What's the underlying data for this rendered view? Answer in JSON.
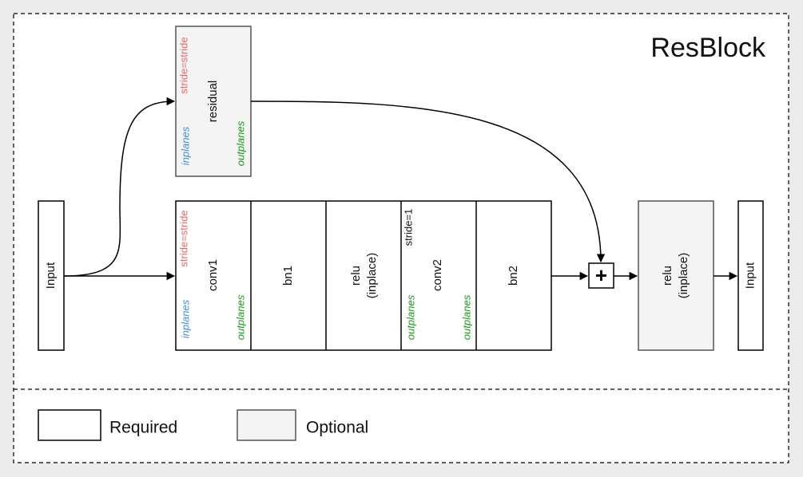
{
  "title": "ResBlock",
  "input_left": "Input",
  "input_right": "Input",
  "residual": {
    "label": "residual",
    "stride": "stride=stride",
    "in": "inplanes",
    "out": "outplanes"
  },
  "conv1": {
    "label": "conv1",
    "stride": "stride=stride",
    "in": "inplanes",
    "out": "outplanes"
  },
  "bn1": {
    "label": "bn1"
  },
  "relu1": {
    "line1": "relu",
    "line2": "(inplace)"
  },
  "conv2": {
    "label": "conv2",
    "stride": "stride=1",
    "in": "outplanes",
    "out": "outplanes"
  },
  "bn2": {
    "label": "bn2"
  },
  "plus": "+",
  "relu2": {
    "line1": "relu",
    "line2": "(inplace)"
  },
  "legend": {
    "required": "Required",
    "optional": "Optional"
  },
  "colors": {
    "stride": "#e96a6a",
    "inplanes": "#3d8fe0",
    "outplanes": "#1a9a1a",
    "optional_fill": "#f4f4f4",
    "required_fill": "#ffffff",
    "page_bg": "#ececec"
  }
}
